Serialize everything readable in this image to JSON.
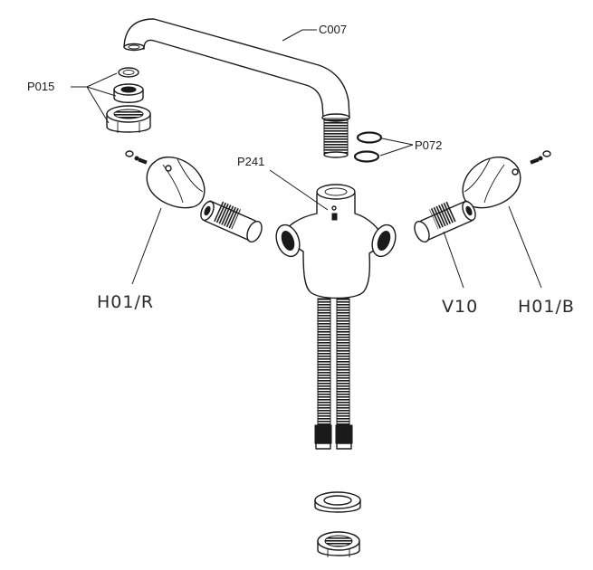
{
  "labels": {
    "c007": "C007",
    "p015": "P015",
    "p072": "P072",
    "p241": "P241",
    "h01r": "H01/R",
    "v10": "V10",
    "h01b": "H01/B"
  },
  "colors": {
    "line": "#1a1a1a",
    "background": "#ffffff"
  }
}
